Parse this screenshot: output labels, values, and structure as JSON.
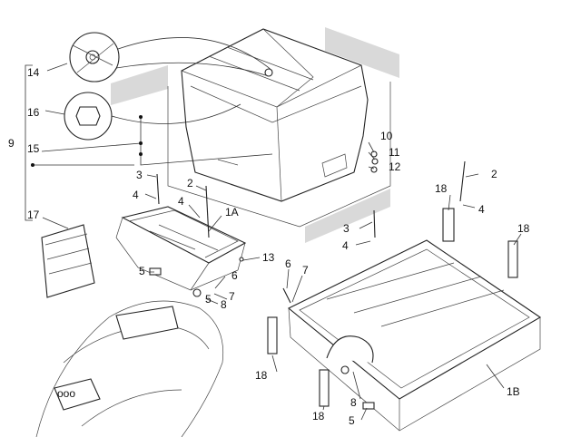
{
  "labels": {
    "l14": "14",
    "l16": "16",
    "l9": "9",
    "l15": "15",
    "l17": "17",
    "l3a": "3",
    "l4a": "4",
    "l2a": "2",
    "l4b": "4",
    "l1A": "1A",
    "l5a": "5",
    "l6a": "6",
    "l5b": "5",
    "l7a": "7",
    "l8a": "8",
    "l13": "13",
    "l10": "10",
    "l11": "11",
    "l12": "12",
    "l2b": "2",
    "l18a": "18",
    "l4c": "4",
    "l3b": "3",
    "l4d": "4",
    "l18b": "18",
    "l6b": "6",
    "l7b": "7",
    "l18c": "18",
    "l18d": "18",
    "l8b": "8",
    "l5c": "5",
    "l1B": "1B"
  },
  "colors": {
    "line": "#222222",
    "shade": "#d9d9d9"
  },
  "icons": {
    "brand": "piaggio-emblem-icon",
    "lock": "key-lock-icon"
  }
}
